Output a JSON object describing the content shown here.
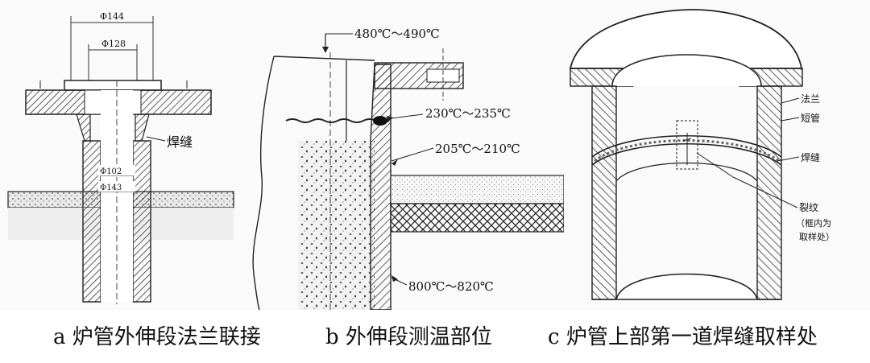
{
  "panel_a": {
    "dim_outer_flange": "Φ144",
    "dim_inner_flange": "Φ128",
    "dim_tube_inner": "Φ102",
    "dim_tube_outer": "Φ143",
    "label_weld": "焊缝"
  },
  "panel_b": {
    "temp_top": "480℃～490℃",
    "temp_weld": "230℃～235℃",
    "temp_mid": "205℃～210℃",
    "temp_bottom": "800℃～820℃"
  },
  "panel_c": {
    "label_flange": "法兰",
    "label_short_tube": "短管",
    "label_weld": "焊缝",
    "label_crack": "裂纹",
    "label_note_1": "（框内为",
    "label_note_2": "取样处）"
  },
  "captions": {
    "a": "a 炉管外伸段法兰联接",
    "b": "b 外伸段测温部位",
    "c": "c 炉管上部第一道焊缝取样处"
  }
}
